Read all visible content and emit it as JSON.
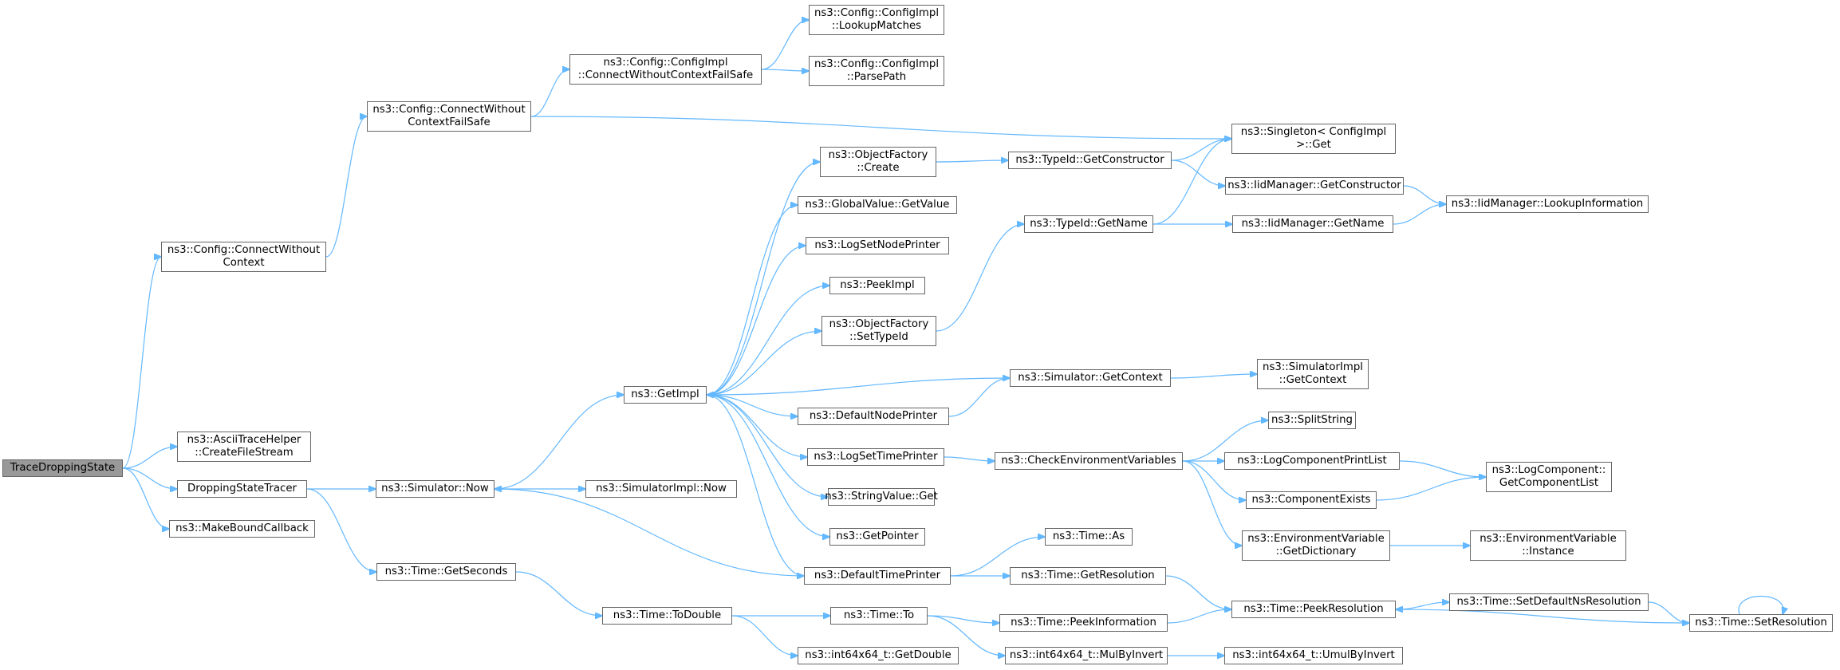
{
  "colors": {
    "edge": "#63b8ff",
    "node_border": "#666666",
    "root_fill": "#999999",
    "node_fill": "#ffffff"
  },
  "nodes": [
    {
      "id": "n0",
      "label": "TraceDroppingState",
      "root": true
    },
    {
      "id": "n1",
      "label": "ns3::Config::ConnectWithout\nContext"
    },
    {
      "id": "n2",
      "label": "ns3::AsciiTraceHelper\n::CreateFileStream"
    },
    {
      "id": "n3",
      "label": "DroppingStateTracer"
    },
    {
      "id": "n4",
      "label": "ns3::MakeBoundCallback"
    },
    {
      "id": "n5",
      "label": "ns3::Config::ConnectWithout\nContextFailSafe"
    },
    {
      "id": "n6",
      "label": "ns3::Config::ConfigImpl\n::ConnectWithoutContextFailSafe"
    },
    {
      "id": "n7",
      "label": "ns3::Config::ConfigImpl\n::LookupMatches"
    },
    {
      "id": "n8",
      "label": "ns3::Config::ConfigImpl\n::ParsePath"
    },
    {
      "id": "n9",
      "label": "ns3::Singleton< ConfigImpl\n>::Get"
    },
    {
      "id": "n10",
      "label": "ns3::Simulator::Now"
    },
    {
      "id": "n11",
      "label": "ns3::Time::GetSeconds"
    },
    {
      "id": "n12",
      "label": "ns3::GetImpl"
    },
    {
      "id": "n13",
      "label": "ns3::SimulatorImpl::Now"
    },
    {
      "id": "n14",
      "label": "ns3::ObjectFactory\n::Create"
    },
    {
      "id": "n15",
      "label": "ns3::GlobalValue::GetValue"
    },
    {
      "id": "n16",
      "label": "ns3::LogSetNodePrinter"
    },
    {
      "id": "n17",
      "label": "ns3::PeekImpl"
    },
    {
      "id": "n18",
      "label": "ns3::ObjectFactory\n::SetTypeId"
    },
    {
      "id": "n19",
      "label": "ns3::DefaultNodePrinter"
    },
    {
      "id": "n20",
      "label": "ns3::LogSetTimePrinter"
    },
    {
      "id": "n21",
      "label": "ns3::StringValue::Get"
    },
    {
      "id": "n22",
      "label": "ns3::GetPointer"
    },
    {
      "id": "n23",
      "label": "ns3::DefaultTimePrinter"
    },
    {
      "id": "n24",
      "label": "ns3::TypeId::GetConstructor"
    },
    {
      "id": "n25",
      "label": "ns3::IidManager::GetConstructor"
    },
    {
      "id": "n26",
      "label": "ns3::IidManager::LookupInformation"
    },
    {
      "id": "n27",
      "label": "ns3::TypeId::GetName"
    },
    {
      "id": "n28",
      "label": "ns3::IidManager::GetName"
    },
    {
      "id": "n29",
      "label": "ns3::Simulator::GetContext"
    },
    {
      "id": "n30",
      "label": "ns3::SimulatorImpl\n::GetContext"
    },
    {
      "id": "n31",
      "label": "ns3::CheckEnvironmentVariables"
    },
    {
      "id": "n32",
      "label": "ns3::SplitString"
    },
    {
      "id": "n33",
      "label": "ns3::LogComponentPrintList"
    },
    {
      "id": "n34",
      "label": "ns3::LogComponent::\nGetComponentList"
    },
    {
      "id": "n35",
      "label": "ns3::ComponentExists"
    },
    {
      "id": "n36",
      "label": "ns3::EnvironmentVariable\n::GetDictionary"
    },
    {
      "id": "n37",
      "label": "ns3::EnvironmentVariable\n::Instance"
    },
    {
      "id": "n38",
      "label": "ns3::Time::As"
    },
    {
      "id": "n39",
      "label": "ns3::Time::GetResolution"
    },
    {
      "id": "n40",
      "label": "ns3::Time::PeekResolution"
    },
    {
      "id": "n41",
      "label": "ns3::Time::SetDefaultNsResolution"
    },
    {
      "id": "n42",
      "label": "ns3::Time::SetResolution"
    },
    {
      "id": "n43",
      "label": "ns3::Time::ToDouble"
    },
    {
      "id": "n44",
      "label": "ns3::Time::To"
    },
    {
      "id": "n45",
      "label": "ns3::int64x64_t::GetDouble"
    },
    {
      "id": "n46",
      "label": "ns3::Time::PeekInformation"
    },
    {
      "id": "n47",
      "label": "ns3::int64x64_t::MulByInvert"
    },
    {
      "id": "n48",
      "label": "ns3::int64x64_t::UmulByInvert"
    }
  ],
  "edges": [
    [
      "n0",
      "n1"
    ],
    [
      "n0",
      "n2"
    ],
    [
      "n0",
      "n3"
    ],
    [
      "n0",
      "n4"
    ],
    [
      "n1",
      "n5"
    ],
    [
      "n5",
      "n6"
    ],
    [
      "n5",
      "n9"
    ],
    [
      "n6",
      "n7"
    ],
    [
      "n6",
      "n8"
    ],
    [
      "n3",
      "n10"
    ],
    [
      "n3",
      "n11"
    ],
    [
      "n10",
      "n12"
    ],
    [
      "n10",
      "n13"
    ],
    [
      "n12",
      "n14"
    ],
    [
      "n12",
      "n15"
    ],
    [
      "n12",
      "n16"
    ],
    [
      "n12",
      "n17"
    ],
    [
      "n12",
      "n18"
    ],
    [
      "n12",
      "n19"
    ],
    [
      "n12",
      "n20"
    ],
    [
      "n12",
      "n21"
    ],
    [
      "n12",
      "n22"
    ],
    [
      "n12",
      "n23"
    ],
    [
      "n14",
      "n24"
    ],
    [
      "n24",
      "n9"
    ],
    [
      "n24",
      "n25"
    ],
    [
      "n25",
      "n26"
    ],
    [
      "n18",
      "n27"
    ],
    [
      "n27",
      "n9"
    ],
    [
      "n27",
      "n28"
    ],
    [
      "n28",
      "n26"
    ],
    [
      "n19",
      "n29"
    ],
    [
      "n29",
      "n12"
    ],
    [
      "n29",
      "n30"
    ],
    [
      "n20",
      "n31"
    ],
    [
      "n31",
      "n32"
    ],
    [
      "n31",
      "n33"
    ],
    [
      "n31",
      "n35"
    ],
    [
      "n31",
      "n36"
    ],
    [
      "n33",
      "n34"
    ],
    [
      "n35",
      "n34"
    ],
    [
      "n36",
      "n37"
    ],
    [
      "n23",
      "n10"
    ],
    [
      "n23",
      "n38"
    ],
    [
      "n23",
      "n39"
    ],
    [
      "n39",
      "n40"
    ],
    [
      "n40",
      "n41"
    ],
    [
      "n41",
      "n42"
    ],
    [
      "n42",
      "n40"
    ],
    [
      "n42",
      "n42"
    ],
    [
      "n11",
      "n43"
    ],
    [
      "n43",
      "n44"
    ],
    [
      "n43",
      "n45"
    ],
    [
      "n44",
      "n46"
    ],
    [
      "n44",
      "n47"
    ],
    [
      "n46",
      "n40"
    ],
    [
      "n47",
      "n48"
    ]
  ]
}
